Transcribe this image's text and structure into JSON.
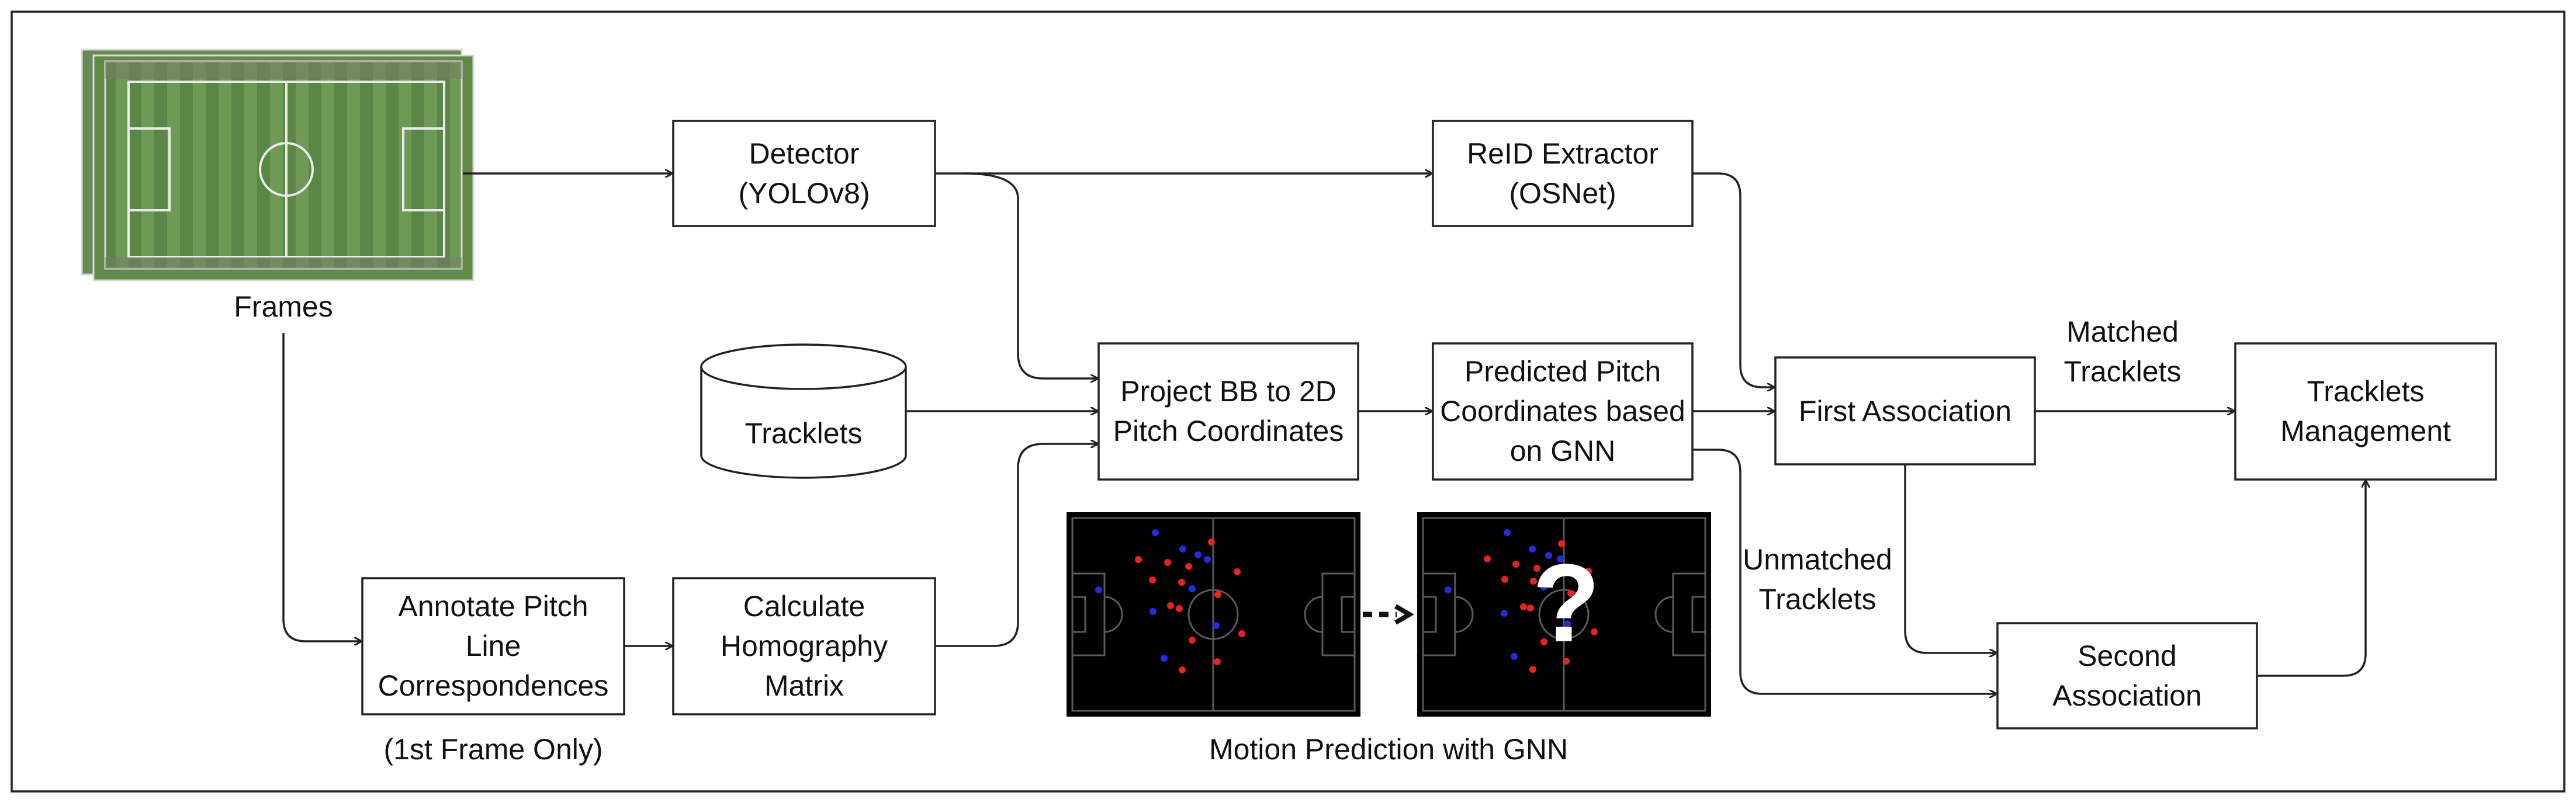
{
  "input": {
    "frames_label": "Frames"
  },
  "nodes": {
    "detector": [
      "Detector",
      "(YOLOv8)"
    ],
    "reid": [
      "ReID Extractor",
      "(OSNet)"
    ],
    "tracklets_db": [
      "Tracklets"
    ],
    "project": [
      "Project BB to 2D",
      "Pitch Coordinates"
    ],
    "predicted": [
      "Predicted Pitch",
      "Coordinates based",
      "on GNN"
    ],
    "first_assoc": [
      "First Association"
    ],
    "second_assoc": [
      "Second",
      "Association"
    ],
    "management": [
      "Tracklets",
      "Management"
    ],
    "annotate": [
      "Annotate Pitch",
      "Line",
      "Correspondences"
    ],
    "homography": [
      "Calculate",
      "Homography",
      "Matrix"
    ]
  },
  "edge_labels": {
    "matched": [
      "Matched",
      "Tracklets"
    ],
    "unmatched": [
      "Unmatched",
      "Tracklets"
    ]
  },
  "captions": {
    "first_frame": "(1st Frame Only)",
    "motion": "Motion Prediction with GNN",
    "question_mark": "?"
  },
  "colors": {
    "team_a": "#e8221f",
    "team_b": "#1f2fe0",
    "pitch_bg": "#000000",
    "pitch_lines": "#5a5a5a",
    "grass_dark": "#4f7a3f",
    "grass_light": "#6a9450"
  }
}
